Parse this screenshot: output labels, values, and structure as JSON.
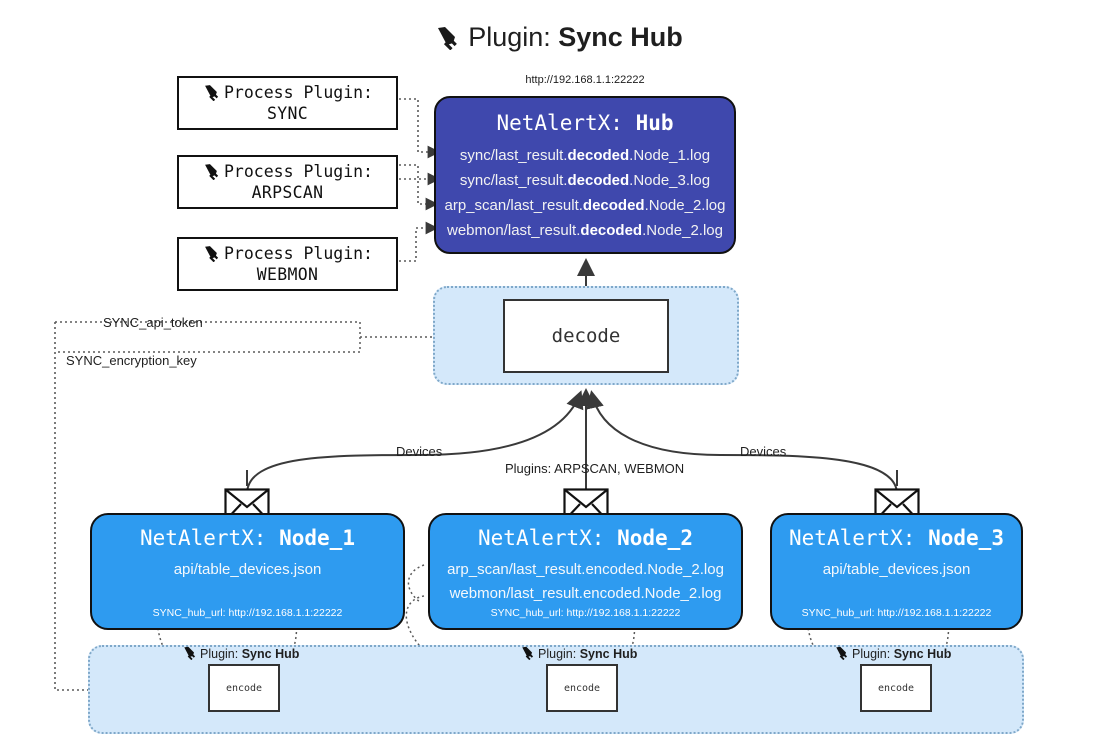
{
  "title": {
    "icon": "plug-icon",
    "prefix": "Plugin:",
    "name": "Sync Hub"
  },
  "process_plugins": [
    {
      "label": "Process Plugin:",
      "name": "SYNC"
    },
    {
      "label": "Process Plugin:",
      "name": "ARPSCAN"
    },
    {
      "label": "Process Plugin:",
      "name": "WEBMON"
    }
  ],
  "hub": {
    "url": "http://192.168.1.1:22222",
    "app": "NetAlertX:",
    "name": "Hub",
    "logs": [
      {
        "pre": "sync/last_result.",
        "mid": "decoded",
        "post": ".Node_1.log"
      },
      {
        "pre": "sync/last_result.",
        "mid": "decoded",
        "post": ".Node_3.log"
      },
      {
        "pre": "arp_scan/last_result.",
        "mid": "decoded",
        "post": ".Node_2.log"
      },
      {
        "pre": "webmon/last_result.",
        "mid": "decoded",
        "post": ".Node_2.log"
      }
    ]
  },
  "decode": {
    "label": "decode"
  },
  "settings": {
    "api_token": "SYNC_api_token",
    "encryption_key": "SYNC_encryption_key"
  },
  "edges": {
    "devices_left": "Devices",
    "devices_right": "Devices",
    "plugins_center": "Plugins: ARPSCAN, WEBMON"
  },
  "nodes": [
    {
      "app": "NetAlertX:",
      "name": "Node_1",
      "lines": [
        "api/table_devices.json"
      ],
      "footer": "SYNC_hub_url: http://192.168.1.1:22222"
    },
    {
      "app": "NetAlertX:",
      "name": "Node_2",
      "lines": [
        "arp_scan/last_result.encoded.Node_2.log",
        "webmon/last_result.encoded.Node_2.log"
      ],
      "footer": "SYNC_hub_url: http://192.168.1.1:22222"
    },
    {
      "app": "NetAlertX:",
      "name": "Node_3",
      "lines": [
        "api/table_devices.json"
      ],
      "footer": "SYNC_hub_url: http://192.168.1.1:22222"
    }
  ],
  "encoders": [
    {
      "plugin_prefix": "Plugin:",
      "plugin_name": "Sync Hub",
      "label": "encode"
    },
    {
      "plugin_prefix": "Plugin:",
      "plugin_name": "Sync Hub",
      "label": "encode"
    },
    {
      "plugin_prefix": "Plugin:",
      "plugin_name": "Sync Hub",
      "label": "encode"
    }
  ],
  "colors": {
    "hub_fill": "#3f48ad",
    "node_fill": "#2e9bf0",
    "band_fill": "#d4e8fa",
    "band_border": "#7fa8c9",
    "stroke": "#111111"
  }
}
